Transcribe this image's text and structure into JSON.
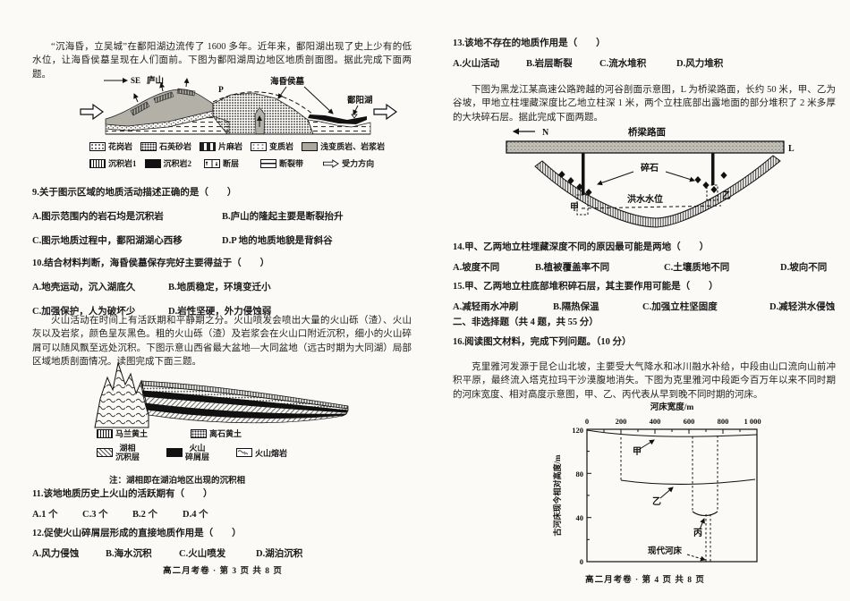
{
  "left": {
    "intro1": "“沉海昏，立吴城”在鄱阳湖边流传了 1600 多年。近年来，鄱阳湖出现了史上少有的低水位，让海昏侯墓呈现在人们面前。下图为鄱阳湖周边地区地质剖面图。据此完成下面两题。",
    "diagram1": {
      "se": "SE",
      "lushan": "庐山",
      "p": "P",
      "tomb": "海昏侯墓",
      "lake": "鄱阳湖"
    },
    "legend1": {
      "row1": [
        "花岗岩",
        "石英砂岩",
        "片麻岩",
        "变质岩",
        "浅变质岩、岩浆岩"
      ],
      "row2": [
        "沉积岩1",
        "沉积岩2",
        "断层",
        "断裂带",
        "受力方向"
      ]
    },
    "q9": {
      "stem": "9.关于图示区域的地质活动描述正确的是（　　）",
      "options": [
        "A.图示范围内的岩石均是沉积岩",
        "B.庐山的隆起主要是断裂抬升",
        "C.图示地质过程中，鄱阳湖湖心西移",
        "D.P 地的地质地貌是背斜谷"
      ]
    },
    "q10": {
      "stem": "10.结合材料判断，海昏侯墓保存完好主要得益于（　　）",
      "options": [
        "A.地壳运动，沉入湖底久",
        "B.地质稳定，环境变迁小",
        "C.加强保护，人为破坏少",
        "D.岩性坚硬，外力侵蚀弱"
      ]
    },
    "intro2": "火山活动在时间上有活跃期和平静期之分。火山喷发会喷出大量的火山砾（渣）、火山灰以及岩浆，颜色呈灰黑色。粗的火山砾（渣）及岩浆会在火山口附近沉积，细小的火山碎屑可以随风飘至远处沉积。下图示意山西省最大盆地—大同盆地（远古时期为大同湖）局部区域地质剖面情况。读图完成下面三题。",
    "legend2": [
      {
        "l1": "马兰黄土",
        "l2": ""
      },
      {
        "l1": "离石黄土",
        "l2": ""
      },
      {
        "l1": "湖相",
        "l2": "沉积层"
      },
      {
        "l1": "火山",
        "l2": "碎屑层"
      },
      {
        "l1": "火山熔岩",
        "l2": ""
      }
    ],
    "note2": "注：湖相即在湖泊地区出现的沉积相",
    "q11": {
      "stem": "11.该地地质历史上火山的活跃期有（　　）",
      "options": [
        "A.1 个",
        "C.3 个",
        "B.2 个",
        "D.4 个"
      ]
    },
    "q12": {
      "stem": "12.促使火山碎屑层形成的直接地质作用是（　　）",
      "options": [
        "A.风力侵蚀",
        "B.海水沉积",
        "C.火山喷发",
        "D.湖泊沉积"
      ]
    },
    "footer": "高二月考卷 · 第 3 页 共 8 页"
  },
  "right": {
    "q13": {
      "stem": "13.该地不存在的地质作用是（　　）",
      "options": [
        "A.火山活动",
        "B.岩层断裂",
        "C.流水堆积",
        "D.风力堆积"
      ]
    },
    "intro3": "下图为黑龙江某高速公路跨越的河谷剖面示意图，L 为桥梁路面，长约 50 米，甲、乙为谷坡，甲地立柱埋藏深度比乙地立柱深 1 米，两个立柱底部出露地面的部分堆积了 2 米多厚的大块碎石层。据此完成下面两题。",
    "diagram3": {
      "n": "N",
      "deck": "桥梁路面",
      "l": "L",
      "rubble": "碎石",
      "flood": "洪水水位",
      "jia": "甲",
      "yi": "乙"
    },
    "q14": {
      "stem": "14.甲、乙两地立柱埋藏深度不同的原因最可能是两地（　　）",
      "options": [
        "A.坡度不同",
        "B.植被覆盖率不同",
        "C.土壤质地不同",
        "D.坡向不同"
      ]
    },
    "q15": {
      "stem": "15.甲、乙两地立柱底部堆积碎石层，其主要作用可能是（　　）",
      "options": [
        "A.减轻雨水冲刷",
        "B.隔热保温",
        "C.加强立柱坚固度",
        "D.减轻洪水侵蚀"
      ]
    },
    "section2": "二、非选择题（共 4 题，共 55 分）",
    "q16": "16.阅读图文材料，完成下列问题。（10 分）",
    "intro4": "克里雅河发源于昆仑山北坡，主要受大气降水和冰川融水补给，中段由山口流向山前冲积平原，最终流入塔克拉玛干沙漠腹地消失。下图为克里雅河中段距今百万年以来不同时期的河床宽度、相对高度示意图，甲、乙、丙代表从早到晚不同时期的河床。",
    "chart": {
      "title": "河床宽度/m",
      "ylabel": "古河床现今相对高度/m",
      "xticks": [
        "0",
        "200",
        "400",
        "600",
        "800",
        "1 000"
      ],
      "yticks": [
        "120",
        "80",
        "40",
        "0"
      ],
      "jia": "甲",
      "yi": "乙",
      "bing": "丙",
      "modern": "现代河床"
    },
    "footer": "高二月考卷 · 第 4 页 共 8 页"
  },
  "chart_data": {
    "type": "line",
    "title": "河床宽度/m",
    "xlabel": "河床宽度/m",
    "ylabel": "古河床现今相对高度/m",
    "xlim": [
      0,
      1000
    ],
    "ylim": [
      0,
      120
    ],
    "xticks": [
      0,
      200,
      400,
      600,
      800,
      1000
    ],
    "yticks": [
      0,
      40,
      80,
      120
    ],
    "grid": false,
    "series": [
      {
        "name": "甲",
        "x": [
          0,
          500,
          1000
        ],
        "y": [
          119,
          112,
          116
        ]
      },
      {
        "name": "乙",
        "x": [
          200,
          550,
          980
        ],
        "y": [
          74,
          70,
          74
        ]
      },
      {
        "name": "丙",
        "x": [
          620,
          695,
          770
        ],
        "y": [
          45,
          41,
          45
        ]
      },
      {
        "name": "现代河床",
        "x": [
          700,
          726
        ],
        "y": [
          0,
          0
        ]
      }
    ],
    "annotations": [
      "甲",
      "乙",
      "丙",
      "现代河床"
    ],
    "dashed_guides_x": [
      200,
      620,
      700,
      726,
      770
    ]
  }
}
